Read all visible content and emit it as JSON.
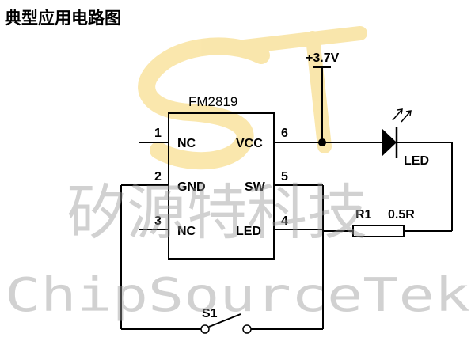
{
  "title": "典型应用电路图",
  "chip": {
    "name": "FM2819",
    "pins": [
      {
        "num": "1",
        "name": "NC"
      },
      {
        "num": "2",
        "name": "GND"
      },
      {
        "num": "3",
        "name": "NC"
      },
      {
        "num": "4",
        "name": "LED"
      },
      {
        "num": "5",
        "name": "SW"
      },
      {
        "num": "6",
        "name": "VCC"
      }
    ]
  },
  "supply": {
    "label": "+3.7V"
  },
  "led": {
    "label": "LED"
  },
  "resistor": {
    "label": "R1",
    "value": "0.5R"
  },
  "switch": {
    "label": "S1"
  },
  "watermark": {
    "cn": "矽源特科技",
    "en": "ChipSourceTek",
    "logo_letters": "ST",
    "logo_color": "#f5d36a"
  },
  "colors": {
    "wire": "#000000",
    "text": "#000000",
    "watermark_text": "#9a9a9a"
  }
}
